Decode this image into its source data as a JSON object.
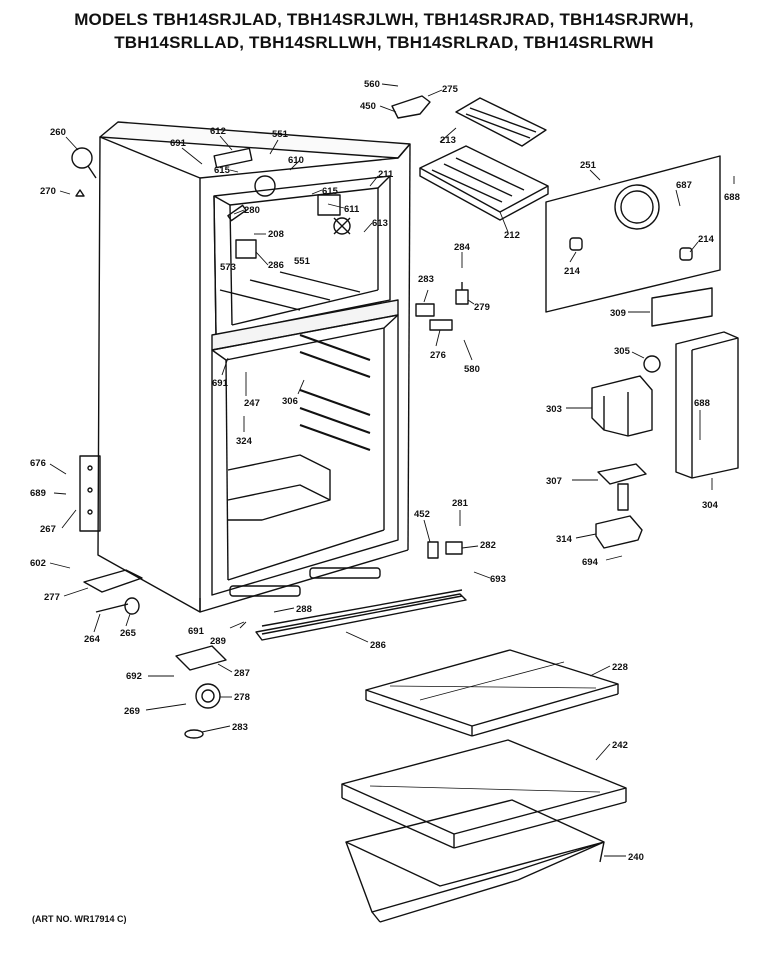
{
  "header": {
    "line1": "MODELS TBH14SRJLAD, TBH14SRJLWH, TBH14SRJRAD, TBH14SRJRWH,",
    "line2": "TBH14SRLLAD, TBH14SRLLWH, TBH14SRLRAD, TBH14SRLRWH"
  },
  "footer": {
    "art_no": "(ART NO. WR17914 C)"
  },
  "callouts": [
    "560",
    "275",
    "450",
    "213",
    "260",
    "270",
    "612",
    "691",
    "551",
    "615",
    "610",
    "211",
    "615",
    "611",
    "280",
    "573",
    "208",
    "286",
    "551",
    "613",
    "212",
    "251",
    "687",
    "688",
    "214",
    "214",
    "284",
    "283",
    "279",
    "276",
    "580",
    "309",
    "305",
    "691",
    "247",
    "306",
    "324",
    "303",
    "688",
    "676",
    "689",
    "267",
    "452",
    "281",
    "282",
    "693",
    "307",
    "304",
    "314",
    "694",
    "602",
    "277",
    "264",
    "265",
    "288",
    "691",
    "289",
    "286",
    "228",
    "692",
    "287",
    "278",
    "269",
    "283",
    "242",
    "240"
  ]
}
